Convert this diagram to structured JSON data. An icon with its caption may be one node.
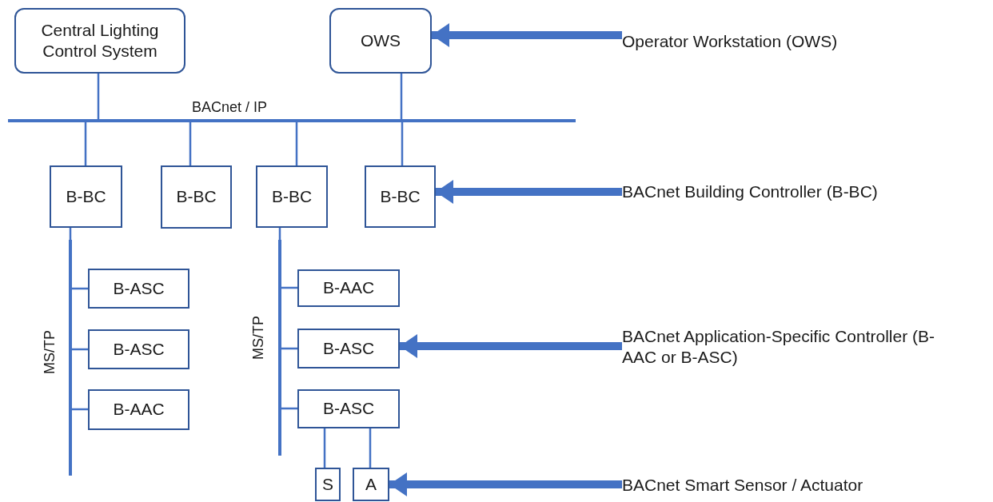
{
  "diagram": {
    "nodes": [
      {
        "text": [
          "Central Lighting Control System"
        ]
      },
      {
        "text": [
          "OWS"
        ]
      },
      {
        "text": [],
        "shape": "bar"
      },
      {
        "text": [
          "B-BC"
        ]
      },
      {
        "text": [
          "B-BC"
        ]
      },
      {
        "text": [
          "B-BC"
        ]
      },
      {
        "text": [
          "B-BC"
        ]
      },
      {
        "text": [],
        "shape": "bar"
      },
      {
        "text": [
          "B-ASC"
        ]
      },
      {
        "text": [
          "B-ASC"
        ]
      },
      {
        "text": [
          "B-AAC"
        ]
      },
      {
        "text": [],
        "shape": "bar"
      },
      {
        "text": [
          "B-AAC"
        ]
      },
      {
        "text": [
          "B-ASC"
        ]
      },
      {
        "text": [
          "B-ASC"
        ]
      },
      {
        "text": [
          "S"
        ]
      },
      {
        "text": [
          "A"
        ]
      },
      {
        "text": [
          "Operator Workstation (OWS)"
        ]
      },
      {
        "text": [
          "BACnet Building Controller (B-BC)"
        ]
      },
      {
        "text": [
          "BACnet Application-Specific Controller (B-AAC or B-ASC)"
        ]
      },
      {
        "text": [
          "BACnet Smart Sensor / Actuator"
        ]
      }
    ],
    "edges": [
      {
        "from": 0,
        "to": 2,
        "arrow": "none"
      },
      {
        "from": 1,
        "to": 2,
        "arrow": "none"
      },
      {
        "from": 2,
        "to": 3,
        "arrow": "none"
      },
      {
        "from": 2,
        "to": 4,
        "arrow": "none"
      },
      {
        "from": 2,
        "to": 5,
        "arrow": "none"
      },
      {
        "from": 2,
        "to": 6,
        "arrow": "none"
      },
      {
        "from": 3,
        "to": 7,
        "arrow": "none"
      },
      {
        "from": 7,
        "to": 8,
        "arrow": "none"
      },
      {
        "from": 7,
        "to": 9,
        "arrow": "none"
      },
      {
        "from": 7,
        "to": 10,
        "arrow": "none"
      },
      {
        "from": 5,
        "to": 11,
        "arrow": "none"
      },
      {
        "from": 11,
        "to": 12,
        "arrow": "none"
      },
      {
        "from": 11,
        "to": 13,
        "arrow": "none"
      },
      {
        "from": 11,
        "to": 14,
        "arrow": "none"
      },
      {
        "from": 14,
        "to": 15,
        "arrow": "none"
      },
      {
        "from": 14,
        "to": 16,
        "arrow": "none"
      },
      {
        "from": 17,
        "to": 1,
        "arrow": "to",
        "style": "thick"
      },
      {
        "from": 18,
        "to": 6,
        "arrow": "to",
        "style": "thick"
      },
      {
        "from": 19,
        "to": 13,
        "arrow": "to",
        "style": "thick"
      },
      {
        "from": 20,
        "to": 16,
        "arrow": "to",
        "style": "thick"
      }
    ],
    "labels": [
      "BACnet / IP",
      "MS/TP",
      "MS/TP"
    ]
  }
}
